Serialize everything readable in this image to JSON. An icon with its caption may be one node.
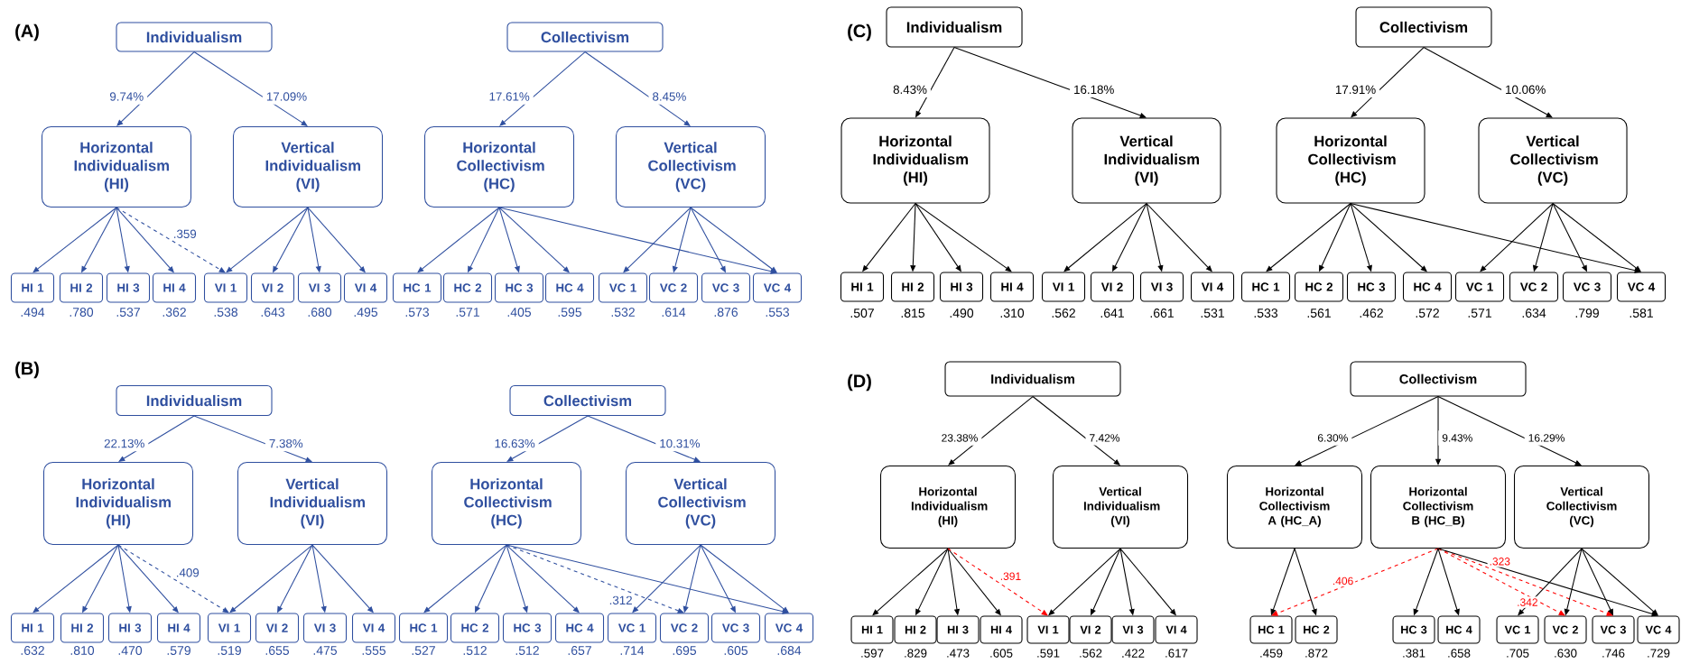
{
  "diagram": {
    "nodes": [
      {
        "text": [
          "Individualism"
        ]
      },
      {
        "text": [
          "Collectivism"
        ]
      },
      {
        "text": [
          "Horizontal Individualism (HI)"
        ]
      },
      {
        "text": [
          "Vertical Individualism (VI)"
        ]
      },
      {
        "text": [
          "Horizontal Collectivism (HC)"
        ]
      },
      {
        "text": [
          "Vertical Collectivism (VC)"
        ]
      },
      {
        "text": [
          "HI 1"
        ],
        "beside": [
          ".494"
        ]
      },
      {
        "text": [
          "HI 2"
        ],
        "beside": [
          ".780"
        ]
      },
      {
        "text": [
          "HI 3"
        ],
        "beside": [
          ".537"
        ]
      },
      {
        "text": [
          "HI 4"
        ],
        "beside": [
          ".362"
        ]
      },
      {
        "text": [
          "VI 1"
        ],
        "beside": [
          ".538"
        ]
      },
      {
        "text": [
          "VI 2"
        ],
        "beside": [
          ".643"
        ]
      },
      {
        "text": [
          "VI 3"
        ],
        "beside": [
          ".680"
        ]
      },
      {
        "text": [
          "VI 4"
        ],
        "beside": [
          ".495"
        ]
      },
      {
        "text": [
          "HC 1"
        ],
        "beside": [
          ".573"
        ]
      },
      {
        "text": [
          "HC 2"
        ],
        "beside": [
          ".571"
        ]
      },
      {
        "text": [
          "HC 3"
        ],
        "beside": [
          ".405"
        ]
      },
      {
        "text": [
          "HC 4"
        ],
        "beside": [
          ".595"
        ]
      },
      {
        "text": [
          "VC 1"
        ],
        "beside": [
          ".532"
        ]
      },
      {
        "text": [
          "VC 2"
        ],
        "beside": [
          ".614"
        ]
      },
      {
        "text": [
          "VC 3"
        ],
        "beside": [
          ".876"
        ]
      },
      {
        "text": [
          "VC 4"
        ],
        "beside": [
          ".553"
        ]
      },
      {
        "text": [
          "Individualism"
        ]
      },
      {
        "text": [
          "Collectivism"
        ]
      },
      {
        "text": [
          "Horizontal Individualism (HI)"
        ]
      },
      {
        "text": [
          "Vertical Individualism (VI)"
        ]
      },
      {
        "text": [
          "Horizontal Collectivism (HC)"
        ]
      },
      {
        "text": [
          "Vertical Collectivism (VC)"
        ]
      },
      {
        "text": [
          "HI 1"
        ],
        "beside": [
          ".632"
        ]
      },
      {
        "text": [
          "HI 2"
        ],
        "beside": [
          ".810"
        ]
      },
      {
        "text": [
          "HI 3"
        ],
        "beside": [
          ".470"
        ]
      },
      {
        "text": [
          "HI 4"
        ],
        "beside": [
          ".579"
        ]
      },
      {
        "text": [
          "VI 1"
        ],
        "beside": [
          ".519"
        ]
      },
      {
        "text": [
          "VI 2"
        ],
        "beside": [
          ".655"
        ]
      },
      {
        "text": [
          "VI 3"
        ],
        "beside": [
          ".475"
        ]
      },
      {
        "text": [
          "VI 4"
        ],
        "beside": [
          ".555"
        ]
      },
      {
        "text": [
          "HC 1"
        ],
        "beside": [
          ".527"
        ]
      },
      {
        "text": [
          "HC 2"
        ],
        "beside": [
          ".512"
        ]
      },
      {
        "text": [
          "HC 3"
        ],
        "beside": [
          ".512"
        ]
      },
      {
        "text": [
          "HC 4"
        ],
        "beside": [
          ".657"
        ]
      },
      {
        "text": [
          "VC 1"
        ],
        "beside": [
          ".714"
        ]
      },
      {
        "text": [
          "VC 2"
        ],
        "beside": [
          ".695"
        ]
      },
      {
        "text": [
          "VC 3"
        ],
        "beside": [
          ".605"
        ]
      },
      {
        "text": [
          "VC 4"
        ],
        "beside": [
          ".684"
        ]
      },
      {
        "text": [
          "Individualism"
        ]
      },
      {
        "text": [
          "Collectivism"
        ]
      },
      {
        "text": [
          "Horizontal Individualism (HI)"
        ]
      },
      {
        "text": [
          "Vertical Individualism (VI)"
        ]
      },
      {
        "text": [
          "Horizontal Collectivism (HC)"
        ]
      },
      {
        "text": [
          "Vertical Collectivism (VC)"
        ]
      },
      {
        "text": [
          "HI 1"
        ],
        "beside": [
          ".507"
        ]
      },
      {
        "text": [
          "HI 2"
        ],
        "beside": [
          ".815"
        ]
      },
      {
        "text": [
          "HI 3"
        ],
        "beside": [
          ".490"
        ]
      },
      {
        "text": [
          "HI 4"
        ],
        "beside": [
          ".310"
        ]
      },
      {
        "text": [
          "VI 1"
        ],
        "beside": [
          ".562"
        ]
      },
      {
        "text": [
          "VI 2"
        ],
        "beside": [
          ".641"
        ]
      },
      {
        "text": [
          "VI 3"
        ],
        "beside": [
          ".661"
        ]
      },
      {
        "text": [
          "VI 4"
        ],
        "beside": [
          ".531"
        ]
      },
      {
        "text": [
          "HC 1"
        ],
        "beside": [
          ".533"
        ]
      },
      {
        "text": [
          "HC 2"
        ],
        "beside": [
          ".561"
        ]
      },
      {
        "text": [
          "HC 3"
        ],
        "beside": [
          ".462"
        ]
      },
      {
        "text": [
          "HC 4"
        ],
        "beside": [
          ".572"
        ]
      },
      {
        "text": [
          "VC 1"
        ],
        "beside": [
          ".571"
        ]
      },
      {
        "text": [
          "VC 2"
        ],
        "beside": [
          ".634"
        ]
      },
      {
        "text": [
          "VC 3"
        ],
        "beside": [
          ".799"
        ]
      },
      {
        "text": [
          "VC 4"
        ],
        "beside": [
          ".581"
        ]
      },
      {
        "text": [
          "Individualism"
        ]
      },
      {
        "text": [
          "Collectivism"
        ]
      },
      {
        "text": [
          "Horizontal Individualism (HI)"
        ]
      },
      {
        "text": [
          "Vertical Individualism (VI)"
        ]
      },
      {
        "text": [
          "Horizontal Collectivism A (HC_A)"
        ]
      },
      {
        "text": [
          "Horizontal Collectivism B (HC_B)"
        ]
      },
      {
        "text": [
          "Vertical Collectivism (VC)"
        ]
      },
      {
        "text": [
          "HI 1"
        ],
        "beside": [
          ".597"
        ]
      },
      {
        "text": [
          "HI 2"
        ],
        "beside": [
          ".829"
        ]
      },
      {
        "text": [
          "HI 3"
        ],
        "beside": [
          ".473"
        ]
      },
      {
        "text": [
          "HI 4"
        ],
        "beside": [
          ".605"
        ]
      },
      {
        "text": [
          "VI 1"
        ],
        "beside": [
          ".591"
        ]
      },
      {
        "text": [
          "VI 2"
        ],
        "beside": [
          ".562"
        ]
      },
      {
        "text": [
          "VI 3"
        ],
        "beside": [
          ".422"
        ]
      },
      {
        "text": [
          "VI 4"
        ],
        "beside": [
          ".617"
        ]
      },
      {
        "text": [
          "HC 1"
        ],
        "beside": [
          ".459"
        ]
      },
      {
        "text": [
          "HC 2"
        ],
        "beside": [
          ".872"
        ]
      },
      {
        "text": [
          "HC 3"
        ],
        "beside": [
          ".381"
        ]
      },
      {
        "text": [
          "HC 4"
        ],
        "beside": [
          ".658"
        ]
      },
      {
        "text": [
          "VC 1"
        ],
        "beside": [
          ".705"
        ]
      },
      {
        "text": [
          "VC 2"
        ],
        "beside": [
          ".630"
        ]
      },
      {
        "text": [
          "VC 3"
        ],
        "beside": [
          ".746"
        ]
      },
      {
        "text": [
          "VC 4"
        ],
        "beside": [
          ".729"
        ]
      }
    ],
    "edges": [
      {
        "from": 0,
        "to": 2,
        "arrow": "to",
        "label": "9.74%"
      },
      {
        "from": 0,
        "to": 3,
        "arrow": "to",
        "label": "17.09%"
      },
      {
        "from": 1,
        "to": 4,
        "arrow": "to",
        "label": "17.61%"
      },
      {
        "from": 1,
        "to": 5,
        "arrow": "to",
        "label": "8.45%"
      },
      {
        "from": 2,
        "to": 6,
        "arrow": "to"
      },
      {
        "from": 2,
        "to": 7,
        "arrow": "to"
      },
      {
        "from": 2,
        "to": 8,
        "arrow": "to"
      },
      {
        "from": 2,
        "to": 9,
        "arrow": "to"
      },
      {
        "from": 2,
        "to": 10,
        "arrow": "to",
        "style": "dashed",
        "label": ".359"
      },
      {
        "from": 3,
        "to": 10,
        "arrow": "to"
      },
      {
        "from": 3,
        "to": 11,
        "arrow": "to"
      },
      {
        "from": 3,
        "to": 12,
        "arrow": "to"
      },
      {
        "from": 3,
        "to": 13,
        "arrow": "to"
      },
      {
        "from": 4,
        "to": 14,
        "arrow": "to"
      },
      {
        "from": 4,
        "to": 15,
        "arrow": "to"
      },
      {
        "from": 4,
        "to": 16,
        "arrow": "to"
      },
      {
        "from": 4,
        "to": 17,
        "arrow": "to"
      },
      {
        "from": 4,
        "to": 21,
        "arrow": "to"
      },
      {
        "from": 5,
        "to": 18,
        "arrow": "to"
      },
      {
        "from": 5,
        "to": 19,
        "arrow": "to"
      },
      {
        "from": 5,
        "to": 20,
        "arrow": "to"
      },
      {
        "from": 5,
        "to": 21,
        "arrow": "to"
      },
      {
        "from": 22,
        "to": 24,
        "arrow": "to",
        "label": "22.13%"
      },
      {
        "from": 22,
        "to": 25,
        "arrow": "to",
        "label": "7.38%"
      },
      {
        "from": 23,
        "to": 26,
        "arrow": "to",
        "label": "16.63%"
      },
      {
        "from": 23,
        "to": 27,
        "arrow": "to",
        "label": "10.31%"
      },
      {
        "from": 24,
        "to": 28,
        "arrow": "to"
      },
      {
        "from": 24,
        "to": 29,
        "arrow": "to"
      },
      {
        "from": 24,
        "to": 30,
        "arrow": "to"
      },
      {
        "from": 24,
        "to": 31,
        "arrow": "to"
      },
      {
        "from": 24,
        "to": 32,
        "arrow": "to",
        "style": "dashed",
        "label": ".409"
      },
      {
        "from": 25,
        "to": 32,
        "arrow": "to"
      },
      {
        "from": 25,
        "to": 33,
        "arrow": "to"
      },
      {
        "from": 25,
        "to": 34,
        "arrow": "to"
      },
      {
        "from": 25,
        "to": 35,
        "arrow": "to"
      },
      {
        "from": 26,
        "to": 36,
        "arrow": "to"
      },
      {
        "from": 26,
        "to": 37,
        "arrow": "to"
      },
      {
        "from": 26,
        "to": 38,
        "arrow": "to"
      },
      {
        "from": 26,
        "to": 39,
        "arrow": "to"
      },
      {
        "from": 26,
        "to": 41,
        "arrow": "to",
        "style": "dashed",
        "label": ".312"
      },
      {
        "from": 26,
        "to": 43,
        "arrow": "to"
      },
      {
        "from": 27,
        "to": 40,
        "arrow": "to"
      },
      {
        "from": 27,
        "to": 41,
        "arrow": "to"
      },
      {
        "from": 27,
        "to": 42,
        "arrow": "to"
      },
      {
        "from": 27,
        "to": 43,
        "arrow": "to"
      },
      {
        "from": 44,
        "to": 46,
        "arrow": "to",
        "color": "#000000",
        "label": "8.43%"
      },
      {
        "from": 44,
        "to": 47,
        "arrow": "to",
        "color": "#000000",
        "label": "16.18%"
      },
      {
        "from": 45,
        "to": 48,
        "arrow": "to",
        "color": "#000000",
        "label": "17.91%"
      },
      {
        "from": 45,
        "to": 49,
        "arrow": "to",
        "color": "#000000",
        "label": "10.06%"
      },
      {
        "from": 46,
        "to": 50,
        "arrow": "to",
        "color": "#000000"
      },
      {
        "from": 46,
        "to": 51,
        "arrow": "to",
        "color": "#000000"
      },
      {
        "from": 46,
        "to": 52,
        "arrow": "to",
        "color": "#000000"
      },
      {
        "from": 46,
        "to": 53,
        "arrow": "to",
        "color": "#000000"
      },
      {
        "from": 47,
        "to": 54,
        "arrow": "to",
        "color": "#000000"
      },
      {
        "from": 47,
        "to": 55,
        "arrow": "to",
        "color": "#000000"
      },
      {
        "from": 47,
        "to": 56,
        "arrow": "to",
        "color": "#000000"
      },
      {
        "from": 47,
        "to": 57,
        "arrow": "to",
        "color": "#000000"
      },
      {
        "from": 48,
        "to": 58,
        "arrow": "to",
        "color": "#000000"
      },
      {
        "from": 48,
        "to": 59,
        "arrow": "to",
        "color": "#000000"
      },
      {
        "from": 48,
        "to": 60,
        "arrow": "to",
        "color": "#000000"
      },
      {
        "from": 48,
        "to": 61,
        "arrow": "to",
        "color": "#000000"
      },
      {
        "from": 48,
        "to": 65,
        "arrow": "to",
        "color": "#000000"
      },
      {
        "from": 49,
        "to": 62,
        "arrow": "to",
        "color": "#000000"
      },
      {
        "from": 49,
        "to": 63,
        "arrow": "to",
        "color": "#000000"
      },
      {
        "from": 49,
        "to": 64,
        "arrow": "to",
        "color": "#000000"
      },
      {
        "from": 49,
        "to": 65,
        "arrow": "to",
        "color": "#000000"
      },
      {
        "from": 66,
        "to": 68,
        "arrow": "to",
        "color": "#000000",
        "label": "23.38%"
      },
      {
        "from": 66,
        "to": 69,
        "arrow": "to",
        "color": "#000000",
        "label": "7.42%"
      },
      {
        "from": 67,
        "to": 70,
        "arrow": "to",
        "color": "#000000",
        "label": "6.30%"
      },
      {
        "from": 67,
        "to": 71,
        "arrow": "to",
        "color": "#000000",
        "label": "9.43%"
      },
      {
        "from": 67,
        "to": 72,
        "arrow": "to",
        "color": "#000000",
        "label": "16.29%"
      },
      {
        "from": 68,
        "to": 73,
        "arrow": "to",
        "color": "#000000"
      },
      {
        "from": 68,
        "to": 74,
        "arrow": "to",
        "color": "#000000"
      },
      {
        "from": 68,
        "to": 75,
        "arrow": "to",
        "color": "#000000"
      },
      {
        "from": 68,
        "to": 76,
        "arrow": "to",
        "color": "#000000"
      },
      {
        "from": 68,
        "to": 77,
        "arrow": "to",
        "style": "dashed",
        "color": "#ff0000",
        "label": ".391"
      },
      {
        "from": 69,
        "to": 77,
        "arrow": "to",
        "color": "#000000"
      },
      {
        "from": 69,
        "to": 78,
        "arrow": "to",
        "color": "#000000"
      },
      {
        "from": 69,
        "to": 79,
        "arrow": "to",
        "color": "#000000"
      },
      {
        "from": 69,
        "to": 80,
        "arrow": "to",
        "color": "#000000"
      },
      {
        "from": 70,
        "to": 81,
        "arrow": "to",
        "color": "#000000"
      },
      {
        "from": 70,
        "to": 82,
        "arrow": "to",
        "color": "#000000"
      },
      {
        "from": 71,
        "to": 81,
        "arrow": "to",
        "style": "dashed",
        "color": "#ff0000",
        "label": ".406"
      },
      {
        "from": 71,
        "to": 83,
        "arrow": "to",
        "color": "#000000"
      },
      {
        "from": 71,
        "to": 84,
        "arrow": "to",
        "color": "#000000"
      },
      {
        "from": 71,
        "to": 86,
        "arrow": "to",
        "style": "dashed",
        "color": "#ff0000",
        "label": ".342"
      },
      {
        "from": 71,
        "to": 87,
        "arrow": "to",
        "style": "dashed",
        "color": "#ff0000",
        "label": ".323"
      },
      {
        "from": 71,
        "to": 88,
        "arrow": "to",
        "color": "#000000"
      },
      {
        "from": 72,
        "to": 85,
        "arrow": "to",
        "color": "#000000"
      },
      {
        "from": 72,
        "to": 86,
        "arrow": "to",
        "color": "#000000"
      },
      {
        "from": 72,
        "to": 87,
        "arrow": "to",
        "color": "#000000"
      },
      {
        "from": 72,
        "to": 88,
        "arrow": "to",
        "color": "#000000"
      }
    ],
    "labels": [
      "(A)",
      "(B)",
      "(C)",
      "(D)"
    ]
  }
}
